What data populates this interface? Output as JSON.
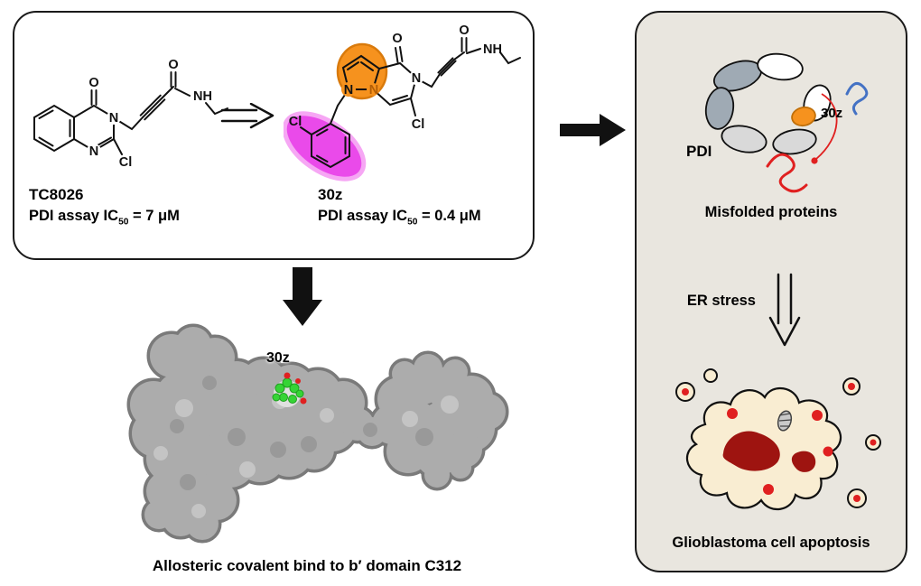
{
  "left_box": {
    "tc8026": {
      "name": "TC8026",
      "assay_prefix": "PDI assay IC",
      "assay_sub": "50",
      "assay_value": " = 7 μM"
    },
    "c30z": {
      "name": "30z",
      "assay_prefix": "PDI assay IC",
      "assay_sub": "50",
      "assay_value": " = 0.4 μM"
    }
  },
  "atoms": {
    "O": "O",
    "N": "N",
    "NH": "NH",
    "Cl": "Cl"
  },
  "protein_section": {
    "ligand_label": "30z",
    "caption": "Allosteric covalent bind to b′ domain C312"
  },
  "right_panel": {
    "pdi_label": "PDI",
    "ligand_label": "30z",
    "misfolded_label": "Misfolded proteins",
    "er_stress_label": "ER stress",
    "apoptosis_label": "Glioblastoma cell apoptosis"
  },
  "colors": {
    "orange_highlight": "#F6921E",
    "magenta_highlight": "#E93BE9",
    "green_ligand": "#35D435",
    "red_accent": "#E02020",
    "blue_accent": "#4472C4",
    "panel_bg": "#E9E6DF",
    "protein_gray": "#ACACAC",
    "cell_fill": "#F9EDD2",
    "nucleus_dark_red": "#9E1410"
  }
}
